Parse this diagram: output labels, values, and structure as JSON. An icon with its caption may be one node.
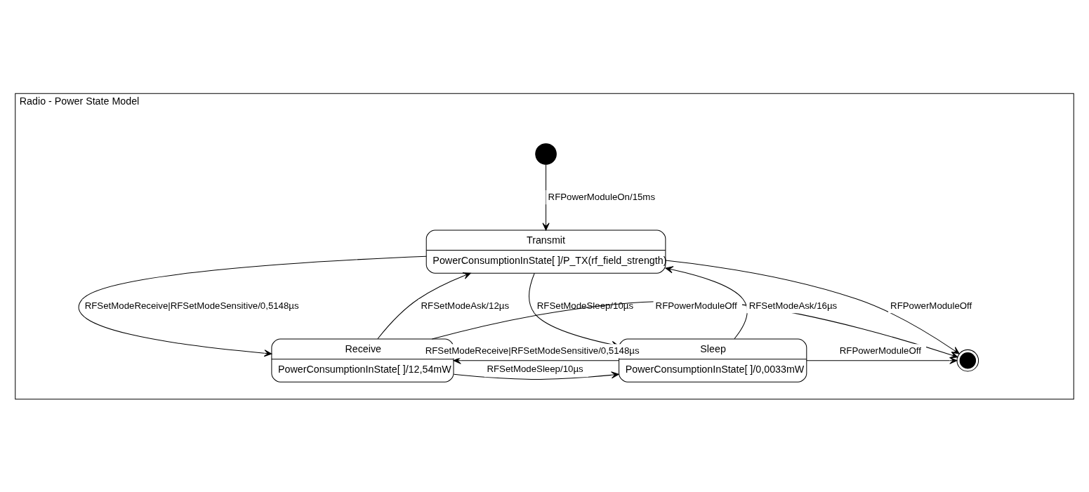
{
  "diagram": {
    "nodes": [
      {
        "text": [
          "Radio - Power State Model"
        ]
      },
      {
        "text": [],
        "shape": "circle",
        "in": 0
      },
      {
        "text": [
          "Transmit",
          "PowerConsumptionInState[ ]/P_TX(rf_field_strength)"
        ],
        "in": 0
      },
      {
        "text": [
          "Receive",
          "PowerConsumptionInState[ ]/12,54mW"
        ],
        "in": 0
      },
      {
        "text": [
          "Sleep",
          "PowerConsumptionInState[ ]/0,0033mW"
        ],
        "in": 0
      },
      {
        "text": [],
        "shape": "circle",
        "in": 0
      }
    ],
    "edges": [
      {
        "from": 1,
        "to": 2,
        "arrow": "to",
        "label": "RFPowerModuleOn/15ms"
      },
      {
        "from": 2,
        "to": 3,
        "arrow": "to",
        "label": "RFSetModeReceive|RFSetModeSensitive/0,5148µs"
      },
      {
        "from": 3,
        "to": 2,
        "arrow": "to",
        "label": "RFSetModeAsk/12µs"
      },
      {
        "from": 2,
        "to": 4,
        "arrow": "to",
        "label": "RFSetModeSleep/10µs"
      },
      {
        "from": 4,
        "to": 2,
        "arrow": "to",
        "label": "RFSetModeAsk/16µs"
      },
      {
        "from": 2,
        "to": 5,
        "arrow": "to",
        "label": "RFPowerModuleOff"
      },
      {
        "from": 3,
        "to": 5,
        "arrow": "to",
        "label": "RFPowerModuleOff"
      },
      {
        "from": 4,
        "to": 5,
        "arrow": "to",
        "label": "RFPowerModuleOff"
      },
      {
        "from": 3,
        "to": 4,
        "arrow": "to",
        "label": "RFSetModeSleep/10µs"
      },
      {
        "from": 4,
        "to": 3,
        "arrow": "to",
        "label": "RFSetModeReceive|RFSetModeSensitive/0,5148µs"
      }
    ]
  }
}
